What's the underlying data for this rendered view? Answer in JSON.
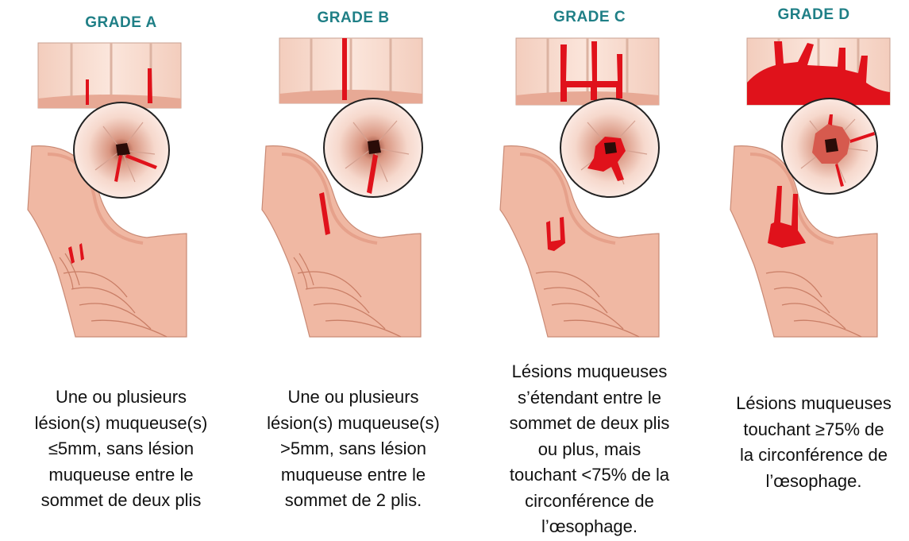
{
  "colors": {
    "title": "#1f7f86",
    "tissue": "#f1c0ac",
    "tissue_dark": "#d98c74",
    "lesion": "#e0121b",
    "lumen": "#2a0c08"
  },
  "grades": [
    {
      "title": "GRADE A",
      "description": "Une ou plusieurs\nlésion(s) muqueuse(s)\n≤5mm, sans lésion\nmuqueuse entre le\nsommet de deux plis"
    },
    {
      "title": "GRADE B",
      "description": "Une ou plusieurs\nlésion(s) muqueuse(s)\n>5mm, sans lésion\nmuqueuse entre le\nsommet de 2 plis."
    },
    {
      "title": "GRADE C",
      "description": "Lésions muqueuses\ns’étendant entre le\nsommet de deux plis\nou plus, mais\ntouchant <75% de la\ncirconférence de\nl’œsophage."
    },
    {
      "title": "GRADE D",
      "description": "Lésions muqueuses\ntouchant ≥75% de\nla circonférence de\nl’œsophage."
    }
  ]
}
